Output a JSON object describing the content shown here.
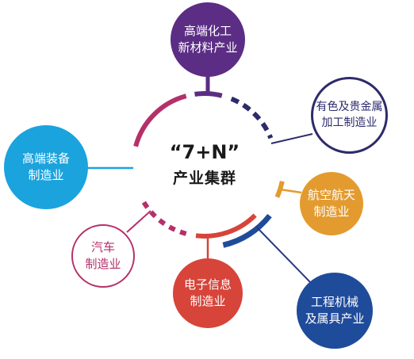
{
  "center": {
    "title": "“7+N”",
    "subtitle": "产业集群"
  },
  "nodes": {
    "chemical": {
      "line1": "高端化工",
      "line2": "新材料产业",
      "color": "#5b2d84"
    },
    "metals": {
      "line1": "有色及贵金属",
      "line2": "加工制造业",
      "color": "#2d2b6b"
    },
    "equipment": {
      "line1": "高端装备",
      "line2": "制造业",
      "color": "#1ba3dd"
    },
    "aerospace": {
      "line1": "航空航天",
      "line2": "制造业",
      "color": "#e39b2f"
    },
    "auto": {
      "line1": "汽车",
      "line2": "制造业",
      "color": "#b5306a"
    },
    "electronics": {
      "line1": "电子信息",
      "line2": "制造业",
      "color": "#d6443a"
    },
    "machinery": {
      "line1": "工程机械",
      "line2": "及属具产业",
      "color": "#1f4b9b"
    }
  }
}
